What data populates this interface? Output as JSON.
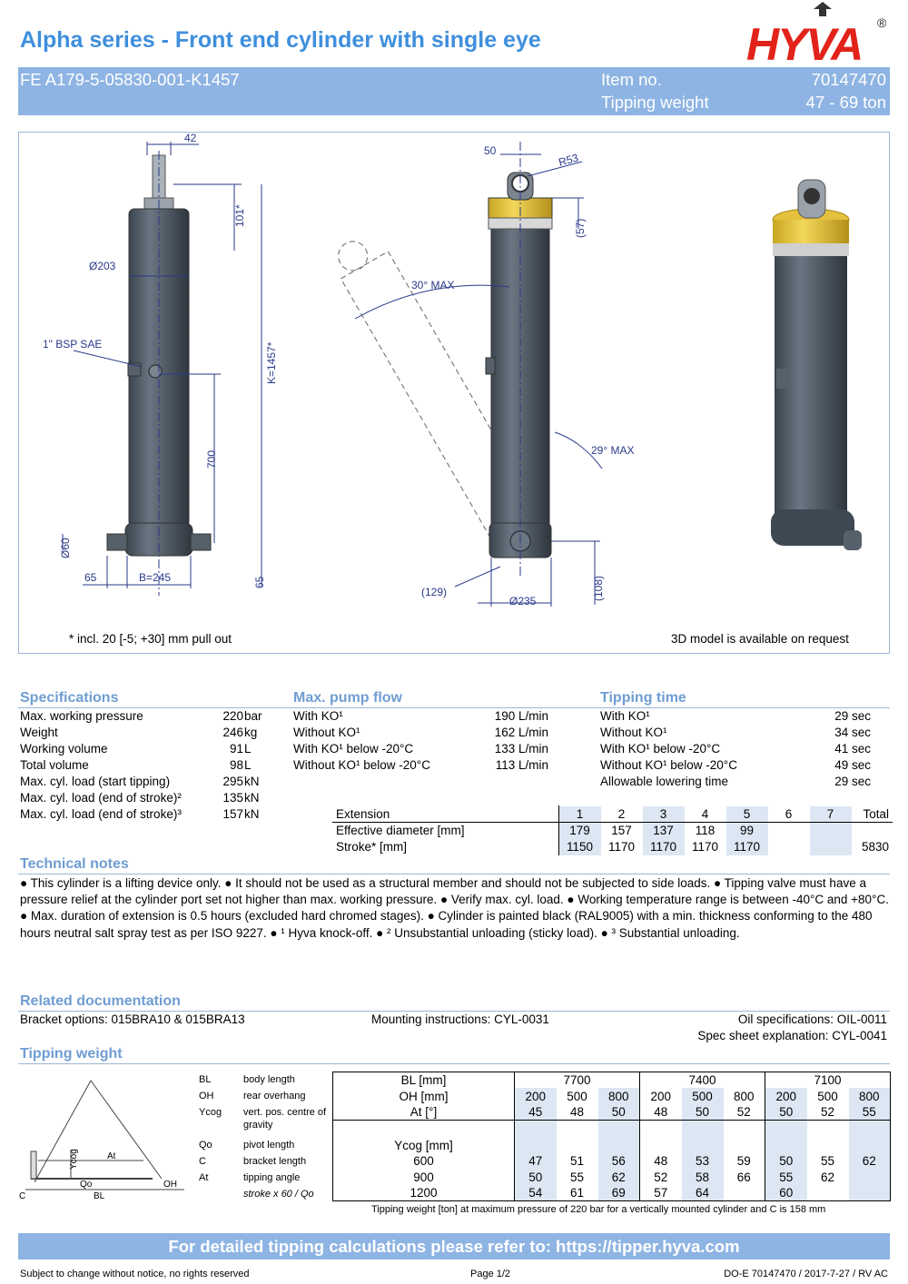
{
  "header": {
    "title": "Alpha series - Front end cylinder with single eye",
    "logo_text": "HYVA",
    "logo_mark": "®",
    "code": "FE A179-5-05830-001-K1457",
    "item_label": "Item no.",
    "item_value": "70147470",
    "tipping_label": "Tipping weight",
    "tipping_value": "47 - 69 ton"
  },
  "drawing": {
    "dims_left": [
      "42",
      "Ø203",
      "1\" BSP SAE",
      "101*",
      "K=1457*",
      "700",
      "Ø60",
      "65",
      "B=245",
      "65"
    ],
    "dims_middle": [
      "50",
      "R53",
      "(57)",
      "30° MAX",
      "29° MAX",
      "(129)",
      "Ø235",
      "(108)"
    ],
    "footnote": "* incl. 20 [-5; +30] mm pull out",
    "model_note": "3D model is available on request",
    "colors": {
      "body": "#4a5560",
      "collar": "#e4c13c",
      "dim": "#2a3a8a"
    }
  },
  "specifications": {
    "heading": "Specifications",
    "rows": [
      {
        "label": "Max. working pressure",
        "value": "220",
        "unit": "bar"
      },
      {
        "label": "Weight",
        "value": "246",
        "unit": "kg"
      },
      {
        "label": "Working volume",
        "value": "91",
        "unit": "L"
      },
      {
        "label": "Total volume",
        "value": "98",
        "unit": "L"
      },
      {
        "label": "Max. cyl. load (start tipping)",
        "value": "295",
        "unit": "kN"
      },
      {
        "label": "Max. cyl. load (end of stroke)²",
        "value": "135",
        "unit": "kN"
      },
      {
        "label": "Max. cyl. load (end of stroke)³",
        "value": "157",
        "unit": "kN"
      }
    ]
  },
  "pump_flow": {
    "heading": "Max. pump flow",
    "rows": [
      {
        "label": "With KO¹",
        "value": "190 L/min"
      },
      {
        "label": "Without KO¹",
        "value": "162 L/min"
      },
      {
        "label": "With KO¹ below -20°C",
        "value": "133 L/min"
      },
      {
        "label": "Without KO¹ below -20°C",
        "value": "113 L/min"
      }
    ]
  },
  "tipping_time": {
    "heading": "Tipping time",
    "rows": [
      {
        "label": "With KO¹",
        "value": "29 sec"
      },
      {
        "label": "Without KO¹",
        "value": "34 sec"
      },
      {
        "label": "With KO¹ below -20°C",
        "value": "41 sec"
      },
      {
        "label": "Without KO¹ below -20°C",
        "value": "49 sec"
      },
      {
        "label": "Allowable lowering time",
        "value": "29 sec"
      }
    ]
  },
  "extension_table": {
    "headers": [
      "Extension",
      "1",
      "2",
      "3",
      "4",
      "5",
      "6",
      "7",
      "Total"
    ],
    "rows": [
      [
        "Effective diameter [mm]",
        "179",
        "157",
        "137",
        "118",
        "99",
        "",
        "",
        ""
      ],
      [
        "Stroke* [mm]",
        "1150",
        "1170",
        "1170",
        "1170",
        "1170",
        "",
        "",
        "5830"
      ]
    ]
  },
  "technical_notes": {
    "heading": "Technical notes",
    "text": "● This cylinder is a lifting device only. ● It should not be used as a structural member and should not be subjected to side loads. ● Tipping valve must have a pressure relief at the cylinder port set not higher than max. working pressure. ● Verify max. cyl. load. ● Working temperature range is between -40°C and +80°C. ● Max. duration of extension is 0.5 hours (excluded hard chromed stages). ● Cylinder is painted black (RAL9005) with a min. thickness conforming to the 480 hours neutral salt spray test as per ISO 9227. ● ¹ Hyva knock-off. ● ² Unsubstantial unloading (sticky load). ● ³ Substantial unloading."
  },
  "related_docs": {
    "heading": "Related documentation",
    "bracket": "Bracket options: 015BRA10 & 015BRA13",
    "mounting": "Mounting instructions: CYL-0031",
    "oil": "Oil specifications: OIL-0011",
    "spec_sheet": "Spec sheet explanation: CYL-0041"
  },
  "tipping_weight": {
    "heading": "Tipping weight",
    "legend": [
      {
        "abbr": "BL",
        "desc": "body length"
      },
      {
        "abbr": "OH",
        "desc": "rear overhang"
      },
      {
        "abbr": "Ycog",
        "desc": "vert. pos. centre of gravity"
      },
      {
        "abbr": "Qo",
        "desc": "pivot length"
      },
      {
        "abbr": "C",
        "desc": "bracket length"
      },
      {
        "abbr": "At",
        "desc": "tipping angle"
      },
      {
        "abbr": "",
        "desc": "stroke x 60 / Qo"
      }
    ],
    "diagram_labels": [
      "C",
      "BL",
      "OH",
      "Qo",
      "Ycog",
      "At"
    ],
    "row_labels": [
      "BL [mm]",
      "OH [mm]",
      "At [°]",
      "Ycog [mm]",
      "600",
      "900",
      "1200"
    ],
    "bl": [
      "7700",
      "7400",
      "7100"
    ],
    "oh": [
      "200",
      "500",
      "800",
      "200",
      "500",
      "800",
      "200",
      "500",
      "800"
    ],
    "at": [
      "45",
      "48",
      "50",
      "48",
      "50",
      "52",
      "50",
      "52",
      "55"
    ],
    "values": [
      [
        "47",
        "51",
        "56",
        "48",
        "53",
        "59",
        "50",
        "55",
        "62"
      ],
      [
        "50",
        "55",
        "62",
        "52",
        "58",
        "66",
        "55",
        "62",
        ""
      ],
      [
        "54",
        "61",
        "69",
        "57",
        "64",
        "",
        "60",
        "",
        ""
      ]
    ],
    "caption": "Tipping weight [ton] at maximum pressure of 220 bar for a vertically mounted cylinder and C is 158 mm"
  },
  "footer": {
    "banner": "For detailed tipping calculations please refer to: https://tipper.hyva.com",
    "left": "Subject to change without notice, no rights reserved",
    "center": "Page 1/2",
    "right": "DO-E 70147470 / 2017-7-27 / RV AC"
  }
}
